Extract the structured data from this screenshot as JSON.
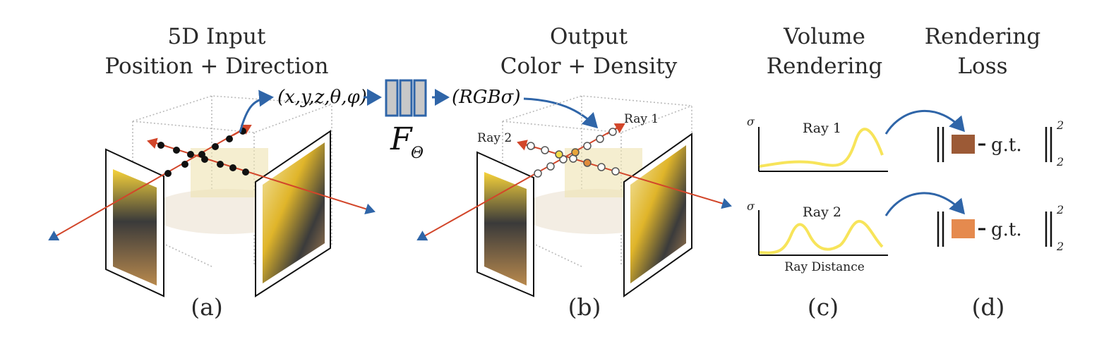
{
  "panel_a": {
    "title_line1": "5D Input",
    "title_line2": "Position + Direction",
    "input_tuple": "(x,y,z,θ,φ)",
    "caption": "(a)"
  },
  "network": {
    "label": "F",
    "subscript": "Θ"
  },
  "panel_b": {
    "title_line1": "Output",
    "title_line2": "Color + Density",
    "output_tuple": "(RGBσ)",
    "ray1_label": "Ray 1",
    "ray2_label": "Ray 2",
    "caption": "(b)"
  },
  "panel_c": {
    "title_line1": "Volume",
    "title_line2": "Rendering",
    "plot1_axis": "σ",
    "plot1_label": "Ray 1",
    "plot2_axis": "σ",
    "plot2_label": "Ray 2",
    "xaxis_label": "Ray Distance",
    "caption": "(c)"
  },
  "panel_d": {
    "title_line1": "Rendering",
    "title_line2": "Loss",
    "loss1_term": "g.t.",
    "loss2_term": "g.t.",
    "superscript": "2",
    "subscript": "2",
    "color1": "#9c5a36",
    "color2": "#e58a4e",
    "caption": "(d)"
  },
  "colors": {
    "ray": "#d2462a",
    "arrow": "#2f65a8",
    "density_curve": "#f7e45a",
    "network_block": "#c8c8c8"
  }
}
